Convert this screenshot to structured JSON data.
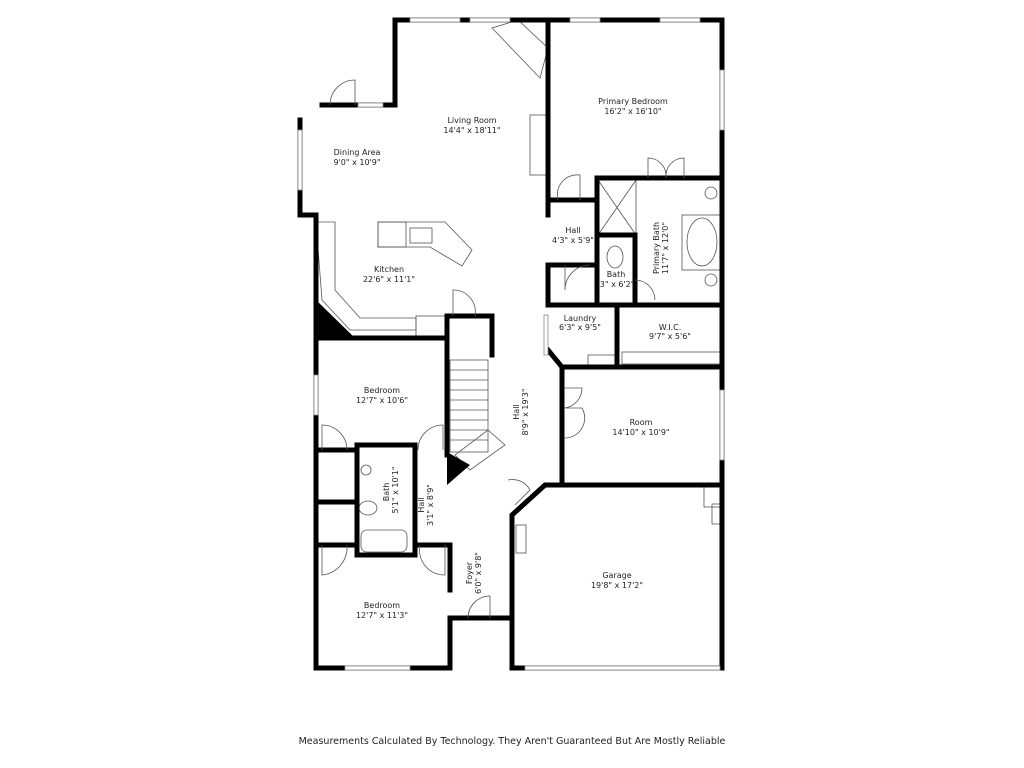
{
  "rooms": {
    "living_room": {
      "name": "Living Room",
      "size": "14'4\" x 18'11\""
    },
    "dining_area": {
      "name": "Dining Area",
      "size": "9'0\" x 10'9\""
    },
    "kitchen": {
      "name": "Kitchen",
      "size": "22'6\" x 11'1\""
    },
    "primary_bedroom": {
      "name": "Primary Bedroom",
      "size": "16'2\" x 16'10\""
    },
    "hall_upper": {
      "name": "Hall",
      "size": "4'3\" x 5'9\""
    },
    "primary_bath": {
      "name": "Primary Bath",
      "size": "11'7\" x 12'0\""
    },
    "bath_small": {
      "name": "Bath",
      "size": "'3\" x 6'2\""
    },
    "laundry": {
      "name": "Laundry",
      "size": "6'3\" x 9'5\""
    },
    "wic": {
      "name": "W.I.C.",
      "size": "9'7\" x 5'6\""
    },
    "bedroom_1": {
      "name": "Bedroom",
      "size": "12'7\" x 10'6\""
    },
    "hall_main": {
      "name": "Hall",
      "size": "8'9\" x 19'3\""
    },
    "room": {
      "name": "Room",
      "size": "14'10\" x 10'9\""
    },
    "bath_hall": {
      "name": "Bath",
      "size": "5'1\" x 10'1\""
    },
    "hall_small": {
      "name": "Hall",
      "size": "3'1\" x 8'9\""
    },
    "garage": {
      "name": "Garage",
      "size": "19'8\" x 17'2\""
    },
    "foyer": {
      "name": "Foyer",
      "size": "6'0\" x 9'8\""
    },
    "bedroom_2": {
      "name": "Bedroom",
      "size": "12'7\" x 11'3\""
    }
  },
  "footer": "Measurements Calculated By Technology. They Aren't Guaranteed But Are Mostly Reliable"
}
